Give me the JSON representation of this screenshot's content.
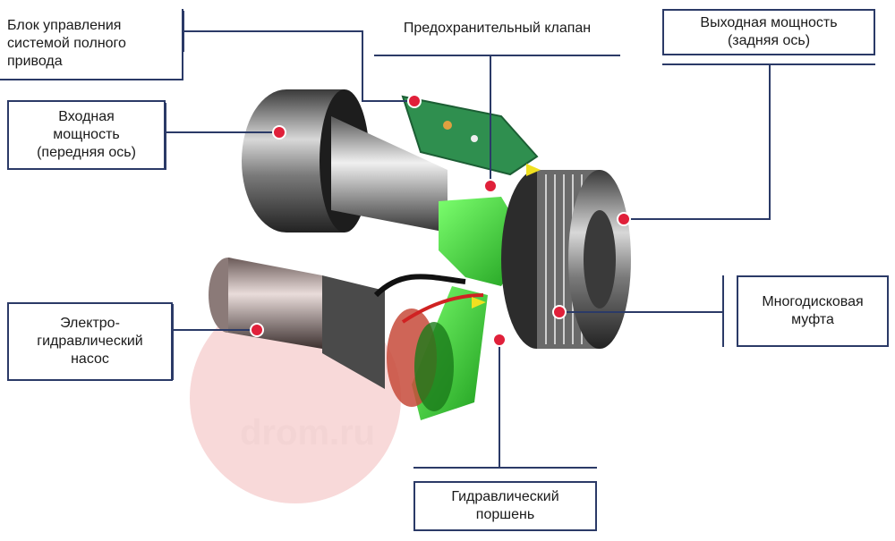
{
  "labels": {
    "control_unit": "Блок управления\nсистемой полного\nпривода",
    "relief_valve": "Предохранительный клапан",
    "output_power": "Выходная мощность\n(задняя ось)",
    "input_power": "Входная\nмощность\n(передняя ось)",
    "pump": "Электро-\nгидравлический\nнасос",
    "clutch": "Многодисковая\nмуфта",
    "piston": "Гидравлический\nпоршень"
  },
  "watermark": "drom.ru",
  "colors": {
    "frame": "#2b3a67",
    "marker": "#e0203a",
    "green": "#3fd23f",
    "watermark_bg": "#f2b9b9"
  }
}
